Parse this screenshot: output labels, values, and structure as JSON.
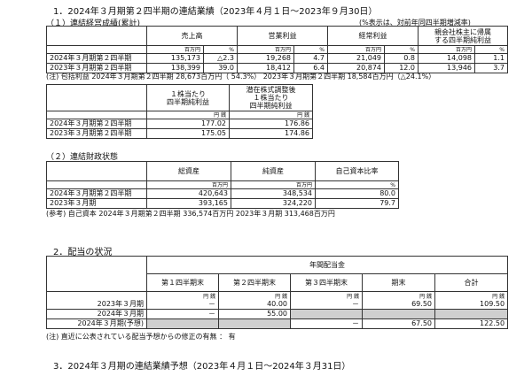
{
  "title1": "1．2024年３月期第２四半期の連結業績（2023年４月１日～2023年９月30日）",
  "sec1_1": "（１）連結経営成績(累計)",
  "sec1_1_note": "(%表示は、対前年同四半期増減率)",
  "t1": {
    "headers": [
      "売上高",
      "営業利益",
      "経常利益",
      "親会社株主に帰属\nする四半期純利益"
    ],
    "units": [
      "百万円",
      "%"
    ],
    "rows": [
      {
        "label": "2024年３月期第２四半期",
        "v": [
          "135,173",
          "△2.3",
          "19,268",
          "4.7",
          "21,049",
          "0.8",
          "14,098",
          "1.1"
        ]
      },
      {
        "label": "2023年３月期第２四半期",
        "v": [
          "138,399",
          "39.0",
          "18,412",
          "6.4",
          "20,874",
          "12.0",
          "13,946",
          "3.7"
        ]
      }
    ]
  },
  "note1": "(注) 包括利益 2024年３月期第２四半期 28,673百万円（ 54.3%） 2023年３月期第２四半期 18,584百万円（△24.1%）",
  "t2": {
    "headers": [
      "１株当たり\n四半期純利益",
      "潜在株式調整後\n１株当たり\n四半期純利益"
    ],
    "unit": "円 銭",
    "rows": [
      {
        "label": "2024年３月期第２四半期",
        "v": [
          "177.02",
          "176.86"
        ]
      },
      {
        "label": "2023年３月期第２四半期",
        "v": [
          "175.05",
          "174.86"
        ]
      }
    ]
  },
  "sec1_2": "（２）連結財政状態",
  "t3": {
    "headers": [
      "総資産",
      "純資産",
      "自己資本比率"
    ],
    "units": [
      "百万円",
      "百万円",
      "%"
    ],
    "rows": [
      {
        "label": "2024年３月期第２四半期",
        "v": [
          "420,643",
          "348,534",
          "80.0"
        ]
      },
      {
        "label": "2023年３月期",
        "v": [
          "393,165",
          "324,220",
          "79.7"
        ]
      }
    ]
  },
  "note2": "(参考) 自己資本 2024年３月期第２四半期 336,574百万円 2023年３月期 313,468百万円",
  "title2": "2．配当の状況",
  "t4": {
    "group_header": "年間配当金",
    "headers": [
      "第１四半期末",
      "第２四半期末",
      "第３四半期末",
      "期末",
      "合計"
    ],
    "unit": "円 銭",
    "rows": [
      {
        "label": "2023年３月期",
        "v": [
          "－",
          "40.00",
          "－",
          "69.50",
          "109.50"
        ]
      },
      {
        "label": "2024年３月期",
        "v": [
          "－",
          "55.00",
          "",
          "",
          ""
        ]
      },
      {
        "label": "2024年３月期(予想)",
        "v": [
          "",
          "",
          "－",
          "67.50",
          "122.50"
        ]
      }
    ]
  },
  "note3": "(注) 直近に公表されている配当予想からの修正の有無 ： 有",
  "title3": "3．2024年３月期の連結業績予想（2023年４月１日～2024年３月31日）"
}
